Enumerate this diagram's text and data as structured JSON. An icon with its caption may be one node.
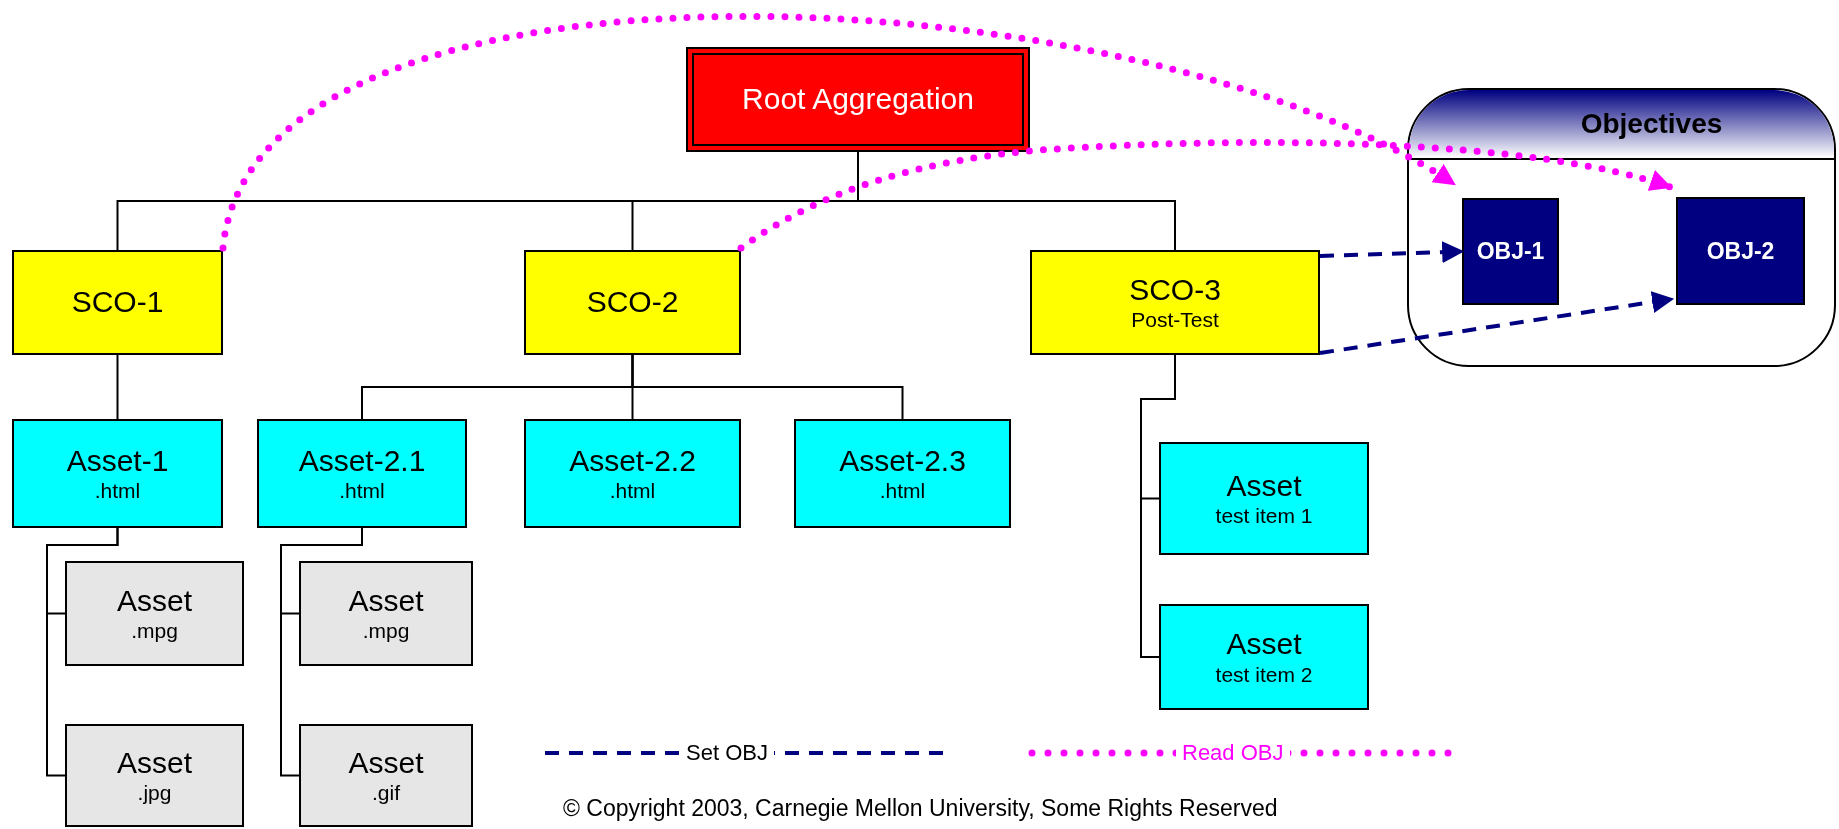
{
  "diagram": {
    "caption": "© Copyright 2003, Carnegie Mellon University, Some Rights Reserved",
    "nodes": [
      {
        "text": [
          "Root Aggregation"
        ]
      },
      {
        "text": [
          "SCO-1"
        ]
      },
      {
        "text": [
          "SCO-2"
        ]
      },
      {
        "text": [
          "SCO-3",
          "Post-Test"
        ]
      },
      {
        "text": [
          "Objectives"
        ]
      },
      {
        "text": [
          "OBJ-1"
        ],
        "in": 4
      },
      {
        "text": [
          "OBJ-2"
        ],
        "in": 4
      },
      {
        "text": [
          "Asset-1",
          ".html"
        ]
      },
      {
        "text": [
          "Asset-2.1",
          ".html"
        ]
      },
      {
        "text": [
          "Asset-2.2",
          ".html"
        ]
      },
      {
        "text": [
          "Asset-2.3",
          ".html"
        ]
      },
      {
        "text": [
          "Asset",
          ".mpg"
        ]
      },
      {
        "text": [
          "Asset",
          ".jpg"
        ]
      },
      {
        "text": [
          "Asset",
          ".mpg"
        ]
      },
      {
        "text": [
          "Asset",
          ".gif"
        ]
      },
      {
        "text": [
          "Asset",
          "test item 1"
        ]
      },
      {
        "text": [
          "Asset",
          "test item 2"
        ]
      }
    ],
    "edges": [
      {
        "from": 0,
        "to": 1,
        "arrow": "none"
      },
      {
        "from": 0,
        "to": 2,
        "arrow": "none"
      },
      {
        "from": 0,
        "to": 3,
        "arrow": "none"
      },
      {
        "from": 1,
        "to": 7,
        "arrow": "none"
      },
      {
        "from": 2,
        "to": 8,
        "arrow": "none"
      },
      {
        "from": 2,
        "to": 9,
        "arrow": "none"
      },
      {
        "from": 2,
        "to": 10,
        "arrow": "none"
      },
      {
        "from": 7,
        "to": 11,
        "arrow": "none"
      },
      {
        "from": 7,
        "to": 12,
        "arrow": "none"
      },
      {
        "from": 8,
        "to": 13,
        "arrow": "none"
      },
      {
        "from": 8,
        "to": 14,
        "arrow": "none"
      },
      {
        "from": 3,
        "to": 15,
        "arrow": "none"
      },
      {
        "from": 3,
        "to": 16,
        "arrow": "none"
      },
      {
        "from": 3,
        "to": 5,
        "arrow": "to",
        "style": "dashed",
        "color": "#000080"
      },
      {
        "from": 3,
        "to": 6,
        "arrow": "to",
        "style": "dashed",
        "color": "#000080"
      },
      {
        "from": 1,
        "to": 5,
        "arrow": "to",
        "style": "dashed",
        "color": "#ff00ff"
      },
      {
        "from": 2,
        "to": 6,
        "arrow": "to",
        "style": "dashed",
        "color": "#ff00ff"
      }
    ],
    "legend": [
      {
        "text": "Set OBJ"
      },
      {
        "text": "Read OBJ"
      }
    ]
  }
}
